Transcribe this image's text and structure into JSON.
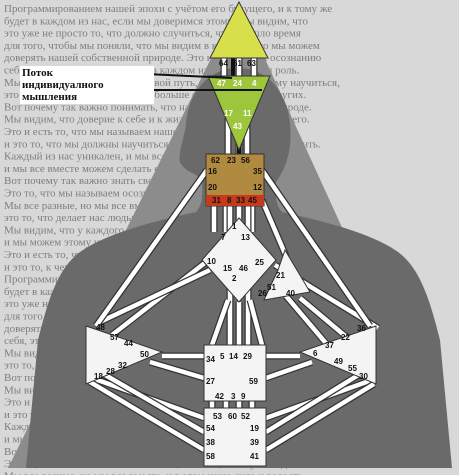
{
  "callout": {
    "lines": [
      "Поток",
      "индивидуалного",
      "мышления"
    ]
  },
  "background_text": [
    "Программированием нашей эпохи с учётом его будущего, и к тому же",
    "будет в каждом из нас, если мы доверимся этому. Мы видим, что",
    "это уже не просто то, что должно случиться, что пришло время",
    "для того, чтобы мы поняли, что мы видим в каждом, что мы можем",
    "доверять нашей собственной природе. Это и есть путь к осознанию",
    "себя, это то, как мы видим, что в каждом из нас есть своя роль.",
    "Мы видим, что у каждого есть свой путь, и мы можем этому научиться,",
    "это то, что поможет нам понять больше о себе самих и о других.",
    "Вот почему так важно понимать, что наша сила в нашей природе.",
    "Мы видим, что доверие к себе и к жизни является основой всего.",
    "Это и есть то, что мы называем нашей собственной природой,",
    "и это то, что мы должны научиться понимать, принимать и любить.",
    "Каждый из нас уникален, и мы все вместе создаём этот мир,",
    "и мы все вместе можем сделать его лучше, если будем доверять.",
    "Вот почему так важно знать свою природу и свой путь в жизни.",
    "Это то, что мы называем осознанием, и это то, к чему мы идём.",
    "Мы все разные, но мы все вместе, и в этом наша сила и радость,",
    "это то, что делает нас людьми, и это то, что нас объединяет.",
    "Мы видим, что у каждого есть свой дар, своя роль и свой путь,",
    "и мы можем этому научиться, если будем внимательны к себе.",
    "Это и есть то, что мы называем жизнью в согласии с природой,",
    "и это то, к чему мы все стремимся, каждый по-своему, всегда.",
    "Программирование нашей эпохи с учётом его будущего, и к тому же",
    "будет в каждом из нас, если мы доверимся этому. Мы видим, что",
    "это уже не просто то, что должно случиться, что пришло время",
    "для того, чтобы мы поняли, что мы видим в каждом, что мы можем",
    "доверять нашей собственной природе. Это и есть путь к осознанию",
    "себя, это то, как мы видим, что в каждом из нас есть своя роль.",
    "Мы видим, что у каждого есть свой путь, и мы можем этому научиться,",
    "это то, что поможет нам понять больше о себе самих и о других.",
    "Вот почему так важно понимать, что наша сила в нашей природе.",
    "Мы видим, что доверие к себе и к жизни является основой всего.",
    "Это и есть то, что мы называем нашей собственной природой,",
    "и это то, что мы должны научиться понимать, принимать и любить.",
    "Каждый из нас уникален, и мы все вместе создаём этот мир,",
    "и мы все вместе можем сделать его лучше, если будем доверять.",
    "Вот почему так важно знать свою природу и свой путь в жизни.",
    "Это то, что мы называем осознанием, и это то, к чему мы идём.",
    "Мы все разные, но мы все вместе, и в этом наша сила и радость."
  ],
  "colors": {
    "page": "#d8d8d8",
    "triangle": "#8c8c8c",
    "body_silhouette": "#6a6a6a",
    "head_center": "#d7e04a",
    "ajna_center": "#9ec63c",
    "throat_center": "#b08a3e",
    "throat_gate_red": "#c43a1a",
    "white_center": "#f4f4f4",
    "channel": "#ffffff",
    "channel_edge": "#333333",
    "highlight_channel": "#111111"
  },
  "centers": {
    "head": {
      "gates": [
        "64",
        "61",
        "63"
      ]
    },
    "ajna": {
      "gates": [
        "47",
        "24",
        "4",
        "17",
        "11",
        "43"
      ]
    },
    "throat": {
      "gates": [
        "62",
        "23",
        "56",
        "16",
        "35",
        "20",
        "12",
        "31",
        "8",
        "33",
        "45"
      ]
    },
    "g": {
      "gates": [
        "1",
        "7",
        "13",
        "10",
        "15",
        "46",
        "25",
        "2"
      ]
    },
    "heart": {
      "gates": [
        "21",
        "51",
        "26",
        "40"
      ]
    },
    "spleen": {
      "gates": [
        "48",
        "57",
        "44",
        "50",
        "32",
        "28",
        "18"
      ]
    },
    "solar_plexus": {
      "gates": [
        "36",
        "22",
        "37",
        "6",
        "49",
        "55",
        "30"
      ]
    },
    "sacral": {
      "gates": [
        "34",
        "5",
        "14",
        "29",
        "27",
        "59",
        "42",
        "3",
        "9"
      ]
    },
    "root": {
      "gates": [
        "53",
        "60",
        "52",
        "54",
        "19",
        "38",
        "39",
        "58",
        "41"
      ]
    }
  }
}
